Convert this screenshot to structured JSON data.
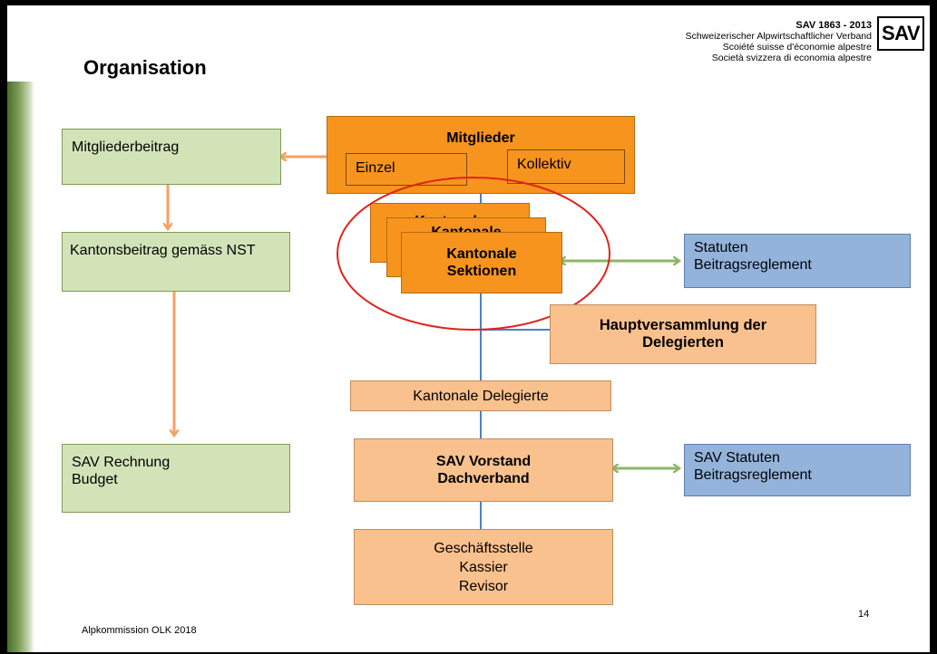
{
  "header": {
    "title": "Organisation",
    "org_year": "SAV 1863 - 2013",
    "org_de": "Schweizerischer Alpwirtschaftlicher Verband",
    "org_fr": "Scoiété suisse d'économie alpestre",
    "org_it": "Società svizzera di economia alpestre",
    "logo": "SAV"
  },
  "left": {
    "mitgliederbeitrag": "Mitgliederbeitrag",
    "kantonsbeitrag": "Kantonsbeitrag gemäss NST",
    "rechnung_line1": "SAV Rechnung",
    "rechnung_line2": "Budget"
  },
  "center": {
    "mitglieder": "Mitglieder",
    "einzel": "Einzel",
    "kollektiv": "Kollektiv",
    "sektionen_back1": "Kantonale",
    "sektionen_back2": "Kantonale",
    "sektionen_line1": "Kantonale",
    "sektionen_line2": "Sektionen",
    "hauptversammlung_line1": "Hauptversammlung der",
    "hauptversammlung_line2": "Delegierten",
    "delegierte": "Kantonale Delegierte",
    "vorstand_line1": "SAV Vorstand",
    "vorstand_line2": "Dachverband",
    "gs_line1": "Geschäftsstelle",
    "gs_line2": "Kassier",
    "gs_line3": "Revisor"
  },
  "right": {
    "statuten_line1": "Statuten",
    "statuten_line2": "Beitragsreglement",
    "sav_statuten_line1": "SAV Statuten",
    "sav_statuten_line2": "Beitragsreglement"
  },
  "footer": {
    "text": "Alpkommission OLK 2018",
    "page": "14"
  },
  "colors": {
    "orange": "#f7941e",
    "peach": "#f9c18e",
    "green": "#d3e3b8",
    "blue": "#94b3db",
    "arrow_orange": "#f4a261",
    "arrow_green": "#8fb56a",
    "connector_blue": "#4f81bd",
    "highlight_red": "#e0231b"
  }
}
